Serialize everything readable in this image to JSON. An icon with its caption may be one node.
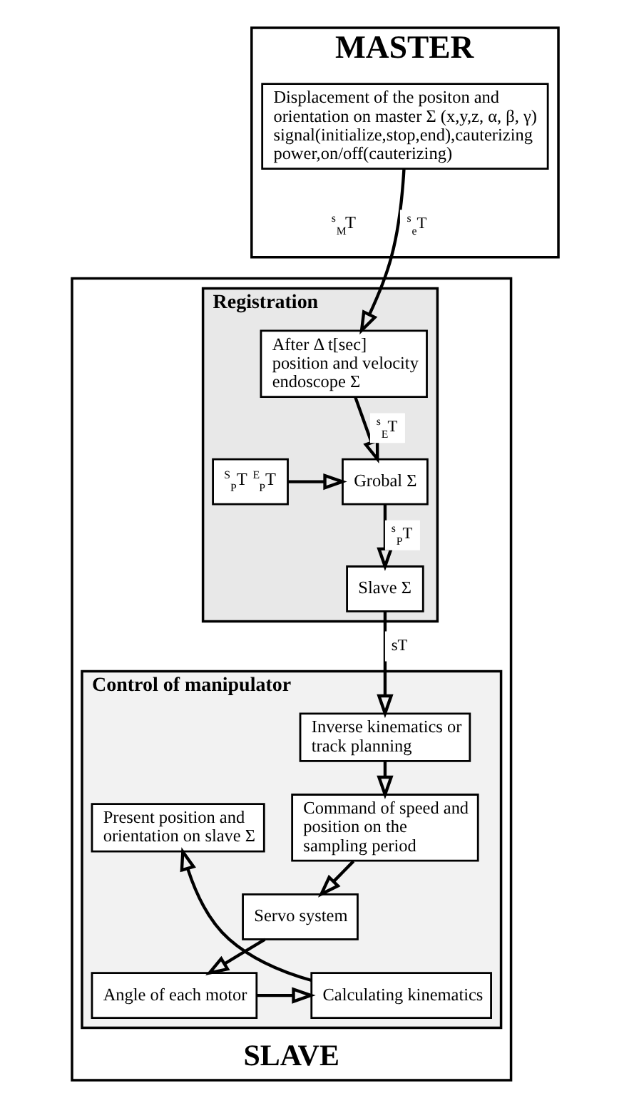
{
  "diagram": {
    "nodes": [
      {
        "text": [
          "MASTER"
        ]
      },
      {
        "text": [
          "Displacement of the positon and orientation on master Σ (x,y,z, α, β, γ) signal(initialize,stop,end),cauterizing power,on/off(cauterizing)"
        ],
        "in": 0
      },
      {
        "text": [
          "SLAVE"
        ]
      },
      {
        "text": [
          "Registration"
        ],
        "in": 2
      },
      {
        "text": [
          "After Δ t[sec] position and velocity endoscope Σ"
        ],
        "in": 3
      },
      {
        "text": [
          "Grobal Σ"
        ],
        "in": 3
      },
      {
        "text": [
          "$^{S}$$_{P}$T $^{E}$$_{P}$T"
        ],
        "in": 3
      },
      {
        "text": [
          "Slave Σ"
        ],
        "in": 3
      },
      {
        "text": [
          "Control of manipulator"
        ],
        "in": 2
      },
      {
        "text": [
          "Inverse kinematics or track planning"
        ],
        "in": 8
      },
      {
        "text": [
          "Command of speed and position on the sampling period"
        ],
        "in": 8
      },
      {
        "text": [
          "Present position and orientation on slave Σ"
        ],
        "in": 8
      },
      {
        "text": [
          "Servo system"
        ],
        "in": 8
      },
      {
        "text": [
          "Angle of each motor"
        ],
        "in": 8
      },
      {
        "text": [
          "Calculating kinematics"
        ],
        "in": 8
      }
    ],
    "edges": [
      {
        "from": 1,
        "to": 4,
        "arrow": "to",
        "label": "$^{s}$$_{e}$T"
      },
      {
        "from": 4,
        "to": 5,
        "arrow": "to",
        "label": "$^{s}$$_{E}$T"
      },
      {
        "from": 6,
        "to": 5,
        "arrow": "to"
      },
      {
        "from": 5,
        "to": 7,
        "arrow": "to",
        "label": "$^{s}$$_{P}$T"
      },
      {
        "from": 7,
        "to": 9,
        "arrow": "to",
        "label": "sT"
      },
      {
        "from": 9,
        "to": 10,
        "arrow": "to"
      },
      {
        "from": 10,
        "to": 12,
        "arrow": "to"
      },
      {
        "from": 12,
        "to": 13,
        "arrow": "to"
      },
      {
        "from": 13,
        "to": 14,
        "arrow": "to"
      },
      {
        "from": 14,
        "to": 11,
        "arrow": "to"
      }
    ],
    "labels": [
      "$^{s}$$_{M}$T"
    ]
  }
}
